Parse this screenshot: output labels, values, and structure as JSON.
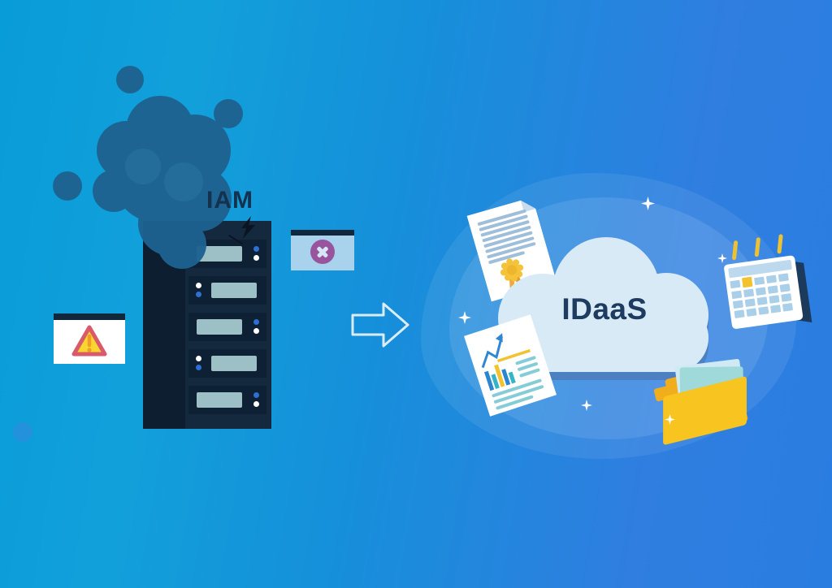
{
  "illustration": {
    "title": "IAM to IDaaS migration illustration",
    "left_group": {
      "label": "IAM",
      "icons": [
        "smoke-cloud-icon",
        "server-rack-icon",
        "lightning-bolt-icon",
        "warning-triangle-window-icon",
        "error-x-window-icon"
      ]
    },
    "center": {
      "icon": "right-arrow-icon"
    },
    "right_group": {
      "label": "IDaaS",
      "icons": [
        "cloud-icon",
        "certificate-document-icon",
        "chart-report-document-icon",
        "calendar-icon",
        "folder-icon",
        "sparkle-icon"
      ]
    },
    "colors": {
      "background_start": "#089cd9",
      "background_end": "#2a7de0",
      "smoke": "#1e6290",
      "server_body": "#15293e",
      "server_side_panel": "#0c1e30",
      "server_screen": "#9cc0c5",
      "led_blue": "#2e6fd3",
      "cloud_fill": "#d9eaf7",
      "cloud_shadow": "#4c80c2",
      "label_navy": "#1e3c60",
      "accent_yellow": "#f2c230",
      "warning_border_pink": "#d95b6b",
      "error_circle_purple": "#99549e",
      "folder_yellow": "#f8c41f"
    }
  }
}
